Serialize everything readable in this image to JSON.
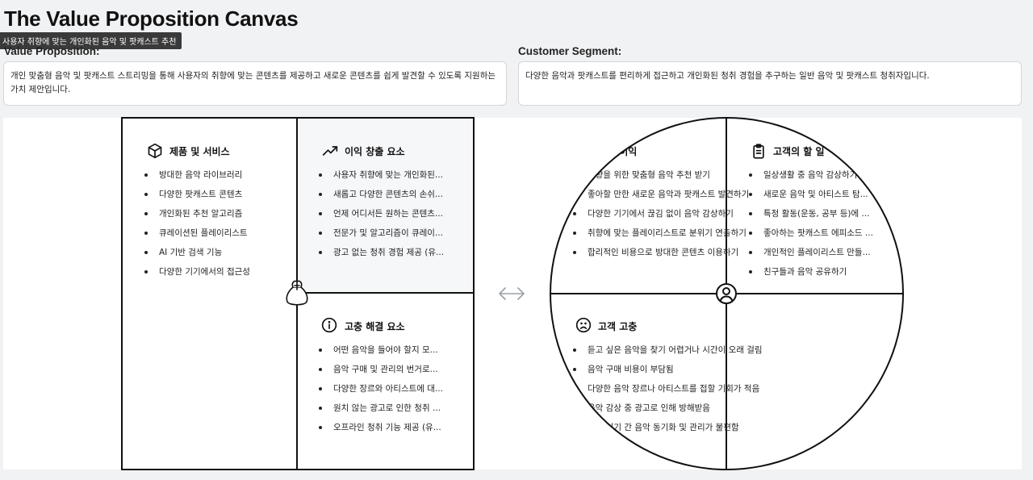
{
  "page_title": "The Value Proposition Canvas",
  "tooltip": "사용자 취향에 맞는 개인화된 음악 및 팟캐스트 추천",
  "value_proposition": {
    "label": "Value Proposition:",
    "text": "개인 맞춤형 음악 및 팟캐스트 스트리밍을 통해 사용자의 취향에 맞는 콘텐츠를 제공하고 새로운 콘텐츠를 쉽게 발견할 수 있도록 지원하는 가치 제안입니다."
  },
  "customer_segment": {
    "label": "Customer Segment:",
    "text": "다양한 음악과 팟캐스트를 편리하게 접근하고 개인화된 청취 경험을 추구하는 일반 음악 및 팟캐스트 청취자입니다."
  },
  "products": {
    "title": "제품 및 서비스",
    "icon": "box-icon",
    "items": [
      "방대한 음악 라이브러리",
      "다양한 팟캐스트 콘텐츠",
      "개인화된 추천 알고리즘",
      "큐레이션된 플레이리스트",
      "AI 기반 검색 기능",
      "다양한 기기에서의 접근성"
    ]
  },
  "gain_creators": {
    "title": "이익 창출 요소",
    "icon": "trending-up-icon",
    "items": [
      "사용자 취향에 맞는 개인화된...",
      "새롭고 다양한 콘텐츠의 손쉬...",
      "언제 어디서든 원하는 콘텐츠...",
      "전문가 및 알고리즘이 큐레이...",
      "광고 없는 청취 경험 제공 (유..."
    ]
  },
  "pain_relievers": {
    "title": "고충 해결 요소",
    "icon": "info-icon",
    "items": [
      "어떤 음악을 들어야 할지 모...",
      "음악 구매 및 관리의 번거로...",
      "다양한 장르와 아티스트에 대...",
      "원치 않는 광고로 인한 청취 ...",
      "오프라인 청취 기능 제공 (유..."
    ]
  },
  "gains": {
    "title": "고객 이익",
    "icon": "smile-icon",
    "items": [
      "취향을 위한 맞춤형 음악 추천 받기",
      "좋아할 만한 새로운 음악과 팟캐스트 발견하기",
      "다양한 기기에서 끊김 없이 음악 감상하기",
      "취향에 맞는 플레이리스트로 분위기 연출하기",
      "합리적인 비용으로 방대한 콘텐츠 이용하기"
    ]
  },
  "customer_jobs": {
    "title": "고객의 할 일",
    "icon": "clipboard-icon",
    "items": [
      "일상생활 중 음악 감상하기",
      "새로운 음악 및 아티스트 탐...",
      "특정 활동(운동, 공부 등)에 ...",
      "좋아하는 팟캐스트 에피소드 ...",
      "개인적인 플레이리스트 만들...",
      "친구들과 음악 공유하기"
    ]
  },
  "pains": {
    "title": "고객 고충",
    "icon": "frown-icon",
    "items": [
      "듣고 싶은 음악을 찾기 어렵거나 시간이 오래 걸림",
      "음악 구매 비용이 부담됨",
      "다양한 음악 장르나 아티스트를 접할 기회가 적음",
      "음악 감상 중 광고로 인해 방해받음",
      "여러 기기 간 음악 동기화 및 관리가 불편함"
    ]
  },
  "icons": {
    "gift": "gift-icon",
    "customer": "user-circle-icon",
    "fit": "arrows-left-right-icon"
  },
  "colors": {
    "background": "#f1f2f4",
    "canvas": "#ffffff",
    "highlight": "#f6f7f9",
    "line": "#111111"
  }
}
